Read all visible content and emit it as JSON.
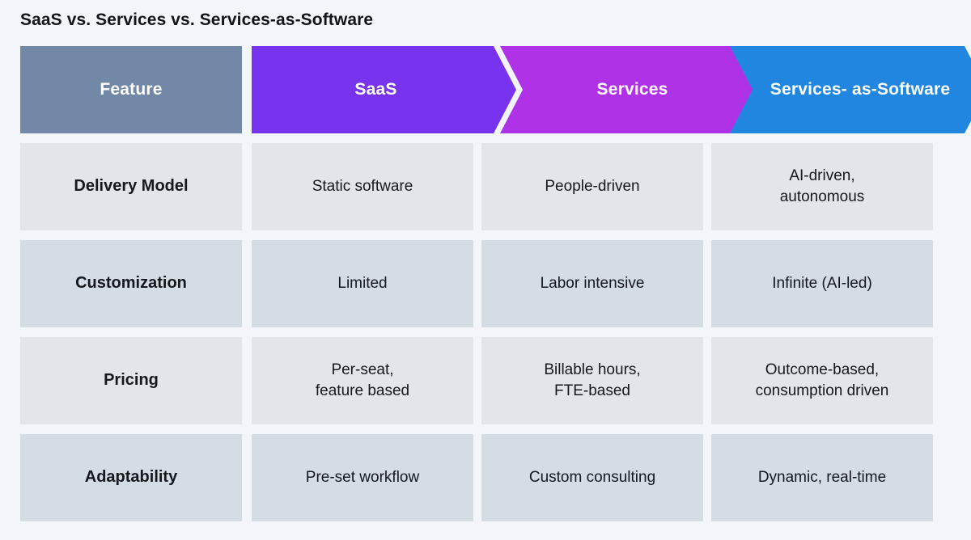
{
  "page": {
    "title": "SaaS vs. Services vs. Services-as-Software",
    "background_color": "#f2f5f9"
  },
  "colors": {
    "feature_header": "#7188a6",
    "saas_header": "#7733ee",
    "services_header": "#b032e6",
    "services_as_software_header": "#2086df",
    "row_odd": "#e2e5ea",
    "row_even": "#d3dde3",
    "header_text": "#ffffff",
    "body_text": "#15181c"
  },
  "chart_data": {
    "type": "table",
    "title": "SaaS vs. Services vs. Services-as-Software",
    "columns": [
      {
        "label": "Feature",
        "shape": "rectangle",
        "color": "#7188a6"
      },
      {
        "label": "SaaS",
        "shape": "chevron-right",
        "color": "#7733ee"
      },
      {
        "label": "Services",
        "shape": "chevron",
        "color": "#b032e6"
      },
      {
        "label": "Services-as-Software",
        "label_line1": "Services-",
        "label_line2": "as-Software",
        "shape": "chevron",
        "color": "#2086df"
      }
    ],
    "rows": [
      {
        "feature": "Delivery Model",
        "saas": "Static software",
        "services": "People-driven",
        "services_as_software_line1": "AI-driven,",
        "services_as_software_line2": "autonomous"
      },
      {
        "feature": "Customization",
        "saas": "Limited",
        "services": "Labor intensive",
        "services_as_software_line1": "Infinite (AI-led)",
        "services_as_software_line2": ""
      },
      {
        "feature": "Pricing",
        "saas_line1": "Per-seat,",
        "saas_line2": "feature based",
        "services_line1": "Billable hours,",
        "services_line2": "FTE-based",
        "services_as_software_line1": "Outcome-based,",
        "services_as_software_line2": "consumption driven"
      },
      {
        "feature": "Adaptability",
        "saas": "Pre-set workflow",
        "services": "Custom consulting",
        "services_as_software_line1": "Dynamic, real-time",
        "services_as_software_line2": ""
      }
    ]
  }
}
